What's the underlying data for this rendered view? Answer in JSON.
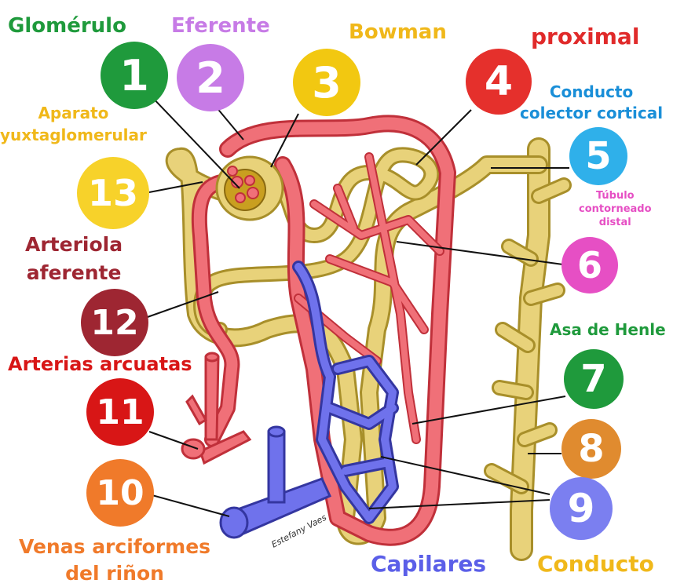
{
  "labels": {
    "glomerulo": "Glomérulo",
    "eferente": "Eferente",
    "bowman": "Bowman",
    "proximal": "proximal",
    "conducto_colector_cortical": "Conducto\ncolector cortical",
    "aparato_yuxtaglomerular": "Aparato\nyuxtaglomerular",
    "tubulo_contorneado_distal": "Túbulo\ncontorneado\ndistal",
    "arteriola_aferente": "Arteriola\naferente",
    "asa_de_henle": "Asa de Henle",
    "arterias_arcuatas": "Arterias arcuatas",
    "venas_arciformes": "Venas arciformes\ndel riñon",
    "capilares": "Capilares",
    "conducto": "Conducto",
    "signature": "Estefany Vaes"
  },
  "markers": [
    {
      "id": "1",
      "text": "1",
      "color": "#1f9a3c"
    },
    {
      "id": "2",
      "text": "2",
      "color": "#c77be6"
    },
    {
      "id": "3",
      "text": "3",
      "color": "#f2c811"
    },
    {
      "id": "4",
      "text": "4",
      "color": "#e5302c"
    },
    {
      "id": "5",
      "text": "5",
      "color": "#2fb0ea"
    },
    {
      "id": "6",
      "text": "6",
      "color": "#e64fc4"
    },
    {
      "id": "7",
      "text": "7",
      "color": "#1f9a3c"
    },
    {
      "id": "8",
      "text": "8",
      "color": "#e08b2f"
    },
    {
      "id": "9",
      "text": "9",
      "color": "#7b7ff0"
    },
    {
      "id": "10",
      "text": "10",
      "color": "#f07a2a"
    },
    {
      "id": "11",
      "text": "11",
      "color": "#d81616"
    },
    {
      "id": "12",
      "text": "12",
      "color": "#9e2632"
    },
    {
      "id": "13",
      "text": "13",
      "color": "#f7d22a"
    }
  ],
  "colors": {
    "tubule": "#e8d27a",
    "tubule_edge": "#a88f2a",
    "artery": "#f07078",
    "artery_edge": "#c0303a",
    "vein": "#6f72ec",
    "vein_edge": "#3436a0",
    "leader": "#111111"
  }
}
